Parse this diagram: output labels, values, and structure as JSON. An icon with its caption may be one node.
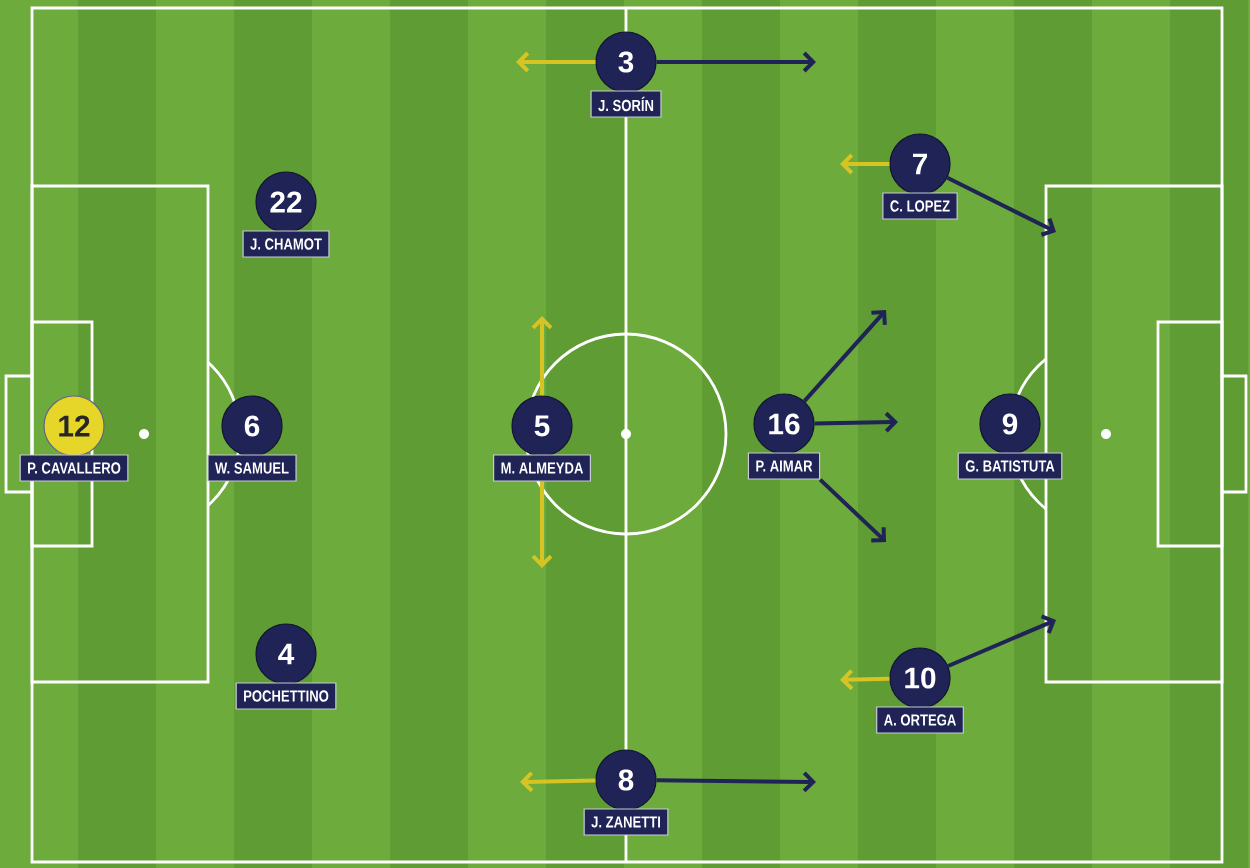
{
  "diagram": {
    "nodes": [
      {
        "text": [
          "3",
          "J. SORÍN"
        ]
      },
      {
        "text": [
          "7",
          "C. LOPEZ"
        ]
      },
      {
        "text": [
          "22",
          "J. CHAMOT"
        ]
      },
      {
        "text": [
          "12",
          "P. CAVALLERO"
        ]
      },
      {
        "text": [
          "6",
          "W. SAMUEL"
        ]
      },
      {
        "text": [
          "5",
          "M. ALMEYDA"
        ]
      },
      {
        "text": [
          "16",
          "P. AIMAR"
        ]
      },
      {
        "text": [
          "9",
          "G. BATISTUTA"
        ]
      },
      {
        "text": [
          "4",
          "POCHETTINO"
        ]
      },
      {
        "text": [
          "10",
          "A. ORTEGA"
        ]
      },
      {
        "text": [
          "8",
          "J. ZANETTI"
        ]
      }
    ],
    "edges": [
      {
        "from": 0,
        "to": null,
        "arrow": "to",
        "color": "#d6c425"
      },
      {
        "from": 0,
        "to": null,
        "arrow": "to"
      },
      {
        "from": 1,
        "to": null,
        "arrow": "to",
        "color": "#d6c425"
      },
      {
        "from": 1,
        "to": null,
        "arrow": "to"
      },
      {
        "from": 5,
        "to": null,
        "arrow": "to",
        "color": "#d6c425"
      },
      {
        "from": 5,
        "to": null,
        "arrow": "to",
        "color": "#d6c425"
      },
      {
        "from": 6,
        "to": null,
        "arrow": "to"
      },
      {
        "from": 6,
        "to": null,
        "arrow": "to"
      },
      {
        "from": 6,
        "to": null,
        "arrow": "to"
      },
      {
        "from": 9,
        "to": null,
        "arrow": "to",
        "color": "#d6c425"
      },
      {
        "from": 9,
        "to": null,
        "arrow": "to"
      },
      {
        "from": 10,
        "to": null,
        "arrow": "to",
        "color": "#d6c425"
      },
      {
        "from": 10,
        "to": null,
        "arrow": "to"
      }
    ]
  }
}
